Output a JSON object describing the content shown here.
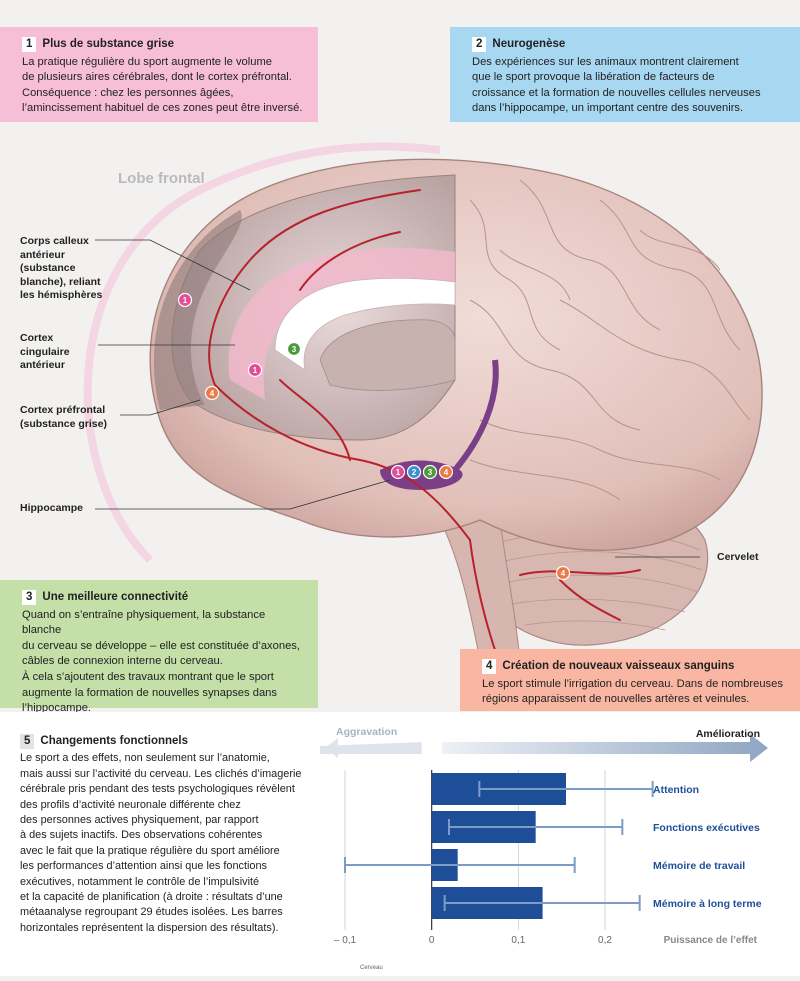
{
  "box1": {
    "num": "1",
    "title": "Plus de substance grise",
    "text": "La pratique régulière du sport augmente le volume\nde plusieurs aires cérébrales, dont le cortex préfrontal.\nConséquence : chez les personnes âgées,\nl’amincissement habituel de ces zones peut être inversé."
  },
  "box2": {
    "num": "2",
    "title": "Neurogenèse",
    "text": "Des expériences sur les animaux montrent clairement\nque le sport provoque la libération de facteurs de\ncroissance et la formation de nouvelles cellules nerveuses\ndans l’hippocampe, un important centre des souvenirs."
  },
  "box3": {
    "num": "3",
    "title": "Une meilleure connectivité",
    "text": "Quand on s’entraîne physiquement, la substance blanche\ndu cerveau se développe – elle est constituée d’axones,\ncâbles de connexion interne du cerveau.\nÀ cela s’ajoutent des travaux montrant que le sport\naugmente la formation de nouvelles synapses dans\nl’hippocampe."
  },
  "box4": {
    "num": "4",
    "title": "Création de nouveaux vaisseaux sanguins",
    "text": "Le sport stimule l’irrigation du cerveau. Dans de nombreuses\nrégions apparaissent de nouvelles artères et veinules."
  },
  "diagram": {
    "lobe": "Lobe frontal",
    "corps": "Corps calleux\nantérieur\n(substance\nblanche), reliant\nles hémisphères",
    "cingulaire": "Cortex\ncingulaire\nantérieur",
    "prefrontal": "Cortex préfrontal\n(substance grise)",
    "hippocampe": "Hippocampe",
    "cervelet": "Cervelet"
  },
  "markers": {
    "m1": "1",
    "m2": "2",
    "m3": "3",
    "m4": "4"
  },
  "section5": {
    "num": "5",
    "title": "Changements fonctionnels",
    "text": "Le sport a des effets, non seulement sur l’anatomie,\nmais aussi sur l’activité du cerveau. Les clichés d’imagerie\ncérébrale pris pendant des tests psychologiques révèlent\ndes profils d’activité neuronale différente chez\ndes personnes actives physiquement, par rapport\nà des sujets inactifs. Des observations cohérentes\navec le fait que la pratique régulière du sport améliore\nles performances d’attention ainsi que les fonctions\nexécutives, notamment le contrôle de l’impulsivité\net la capacité de planification (à droite : résultats d’une\nmétaanalyse regroupant 29 études isolées. Les barres\nhorizontales représentent la dispersion des résultats)."
  },
  "chart_data": {
    "type": "bar",
    "orientation": "horizontal",
    "categories": [
      "Attention",
      "Fonctions exécutives",
      "Mémoire de travail",
      "Mémoire à long terme"
    ],
    "values": [
      0.155,
      0.12,
      0.03,
      0.128
    ],
    "error_low": [
      0.055,
      0.02,
      -0.1,
      0.015
    ],
    "error_high": [
      0.255,
      0.22,
      0.165,
      0.24
    ],
    "xlim": [
      -0.1,
      0.25
    ],
    "xticks": [
      -0.1,
      0,
      0.1,
      0.2
    ],
    "xtick_labels": [
      "– 0,1",
      "0",
      "0,1",
      "0,2"
    ],
    "xlabel": "Puissance de l’effet",
    "left_arrow": "Aggravation",
    "right_arrow": "Amélioration",
    "bar_color": "#1f4e99",
    "error_color": "#7b9cc4"
  },
  "footer": "Cerveau"
}
